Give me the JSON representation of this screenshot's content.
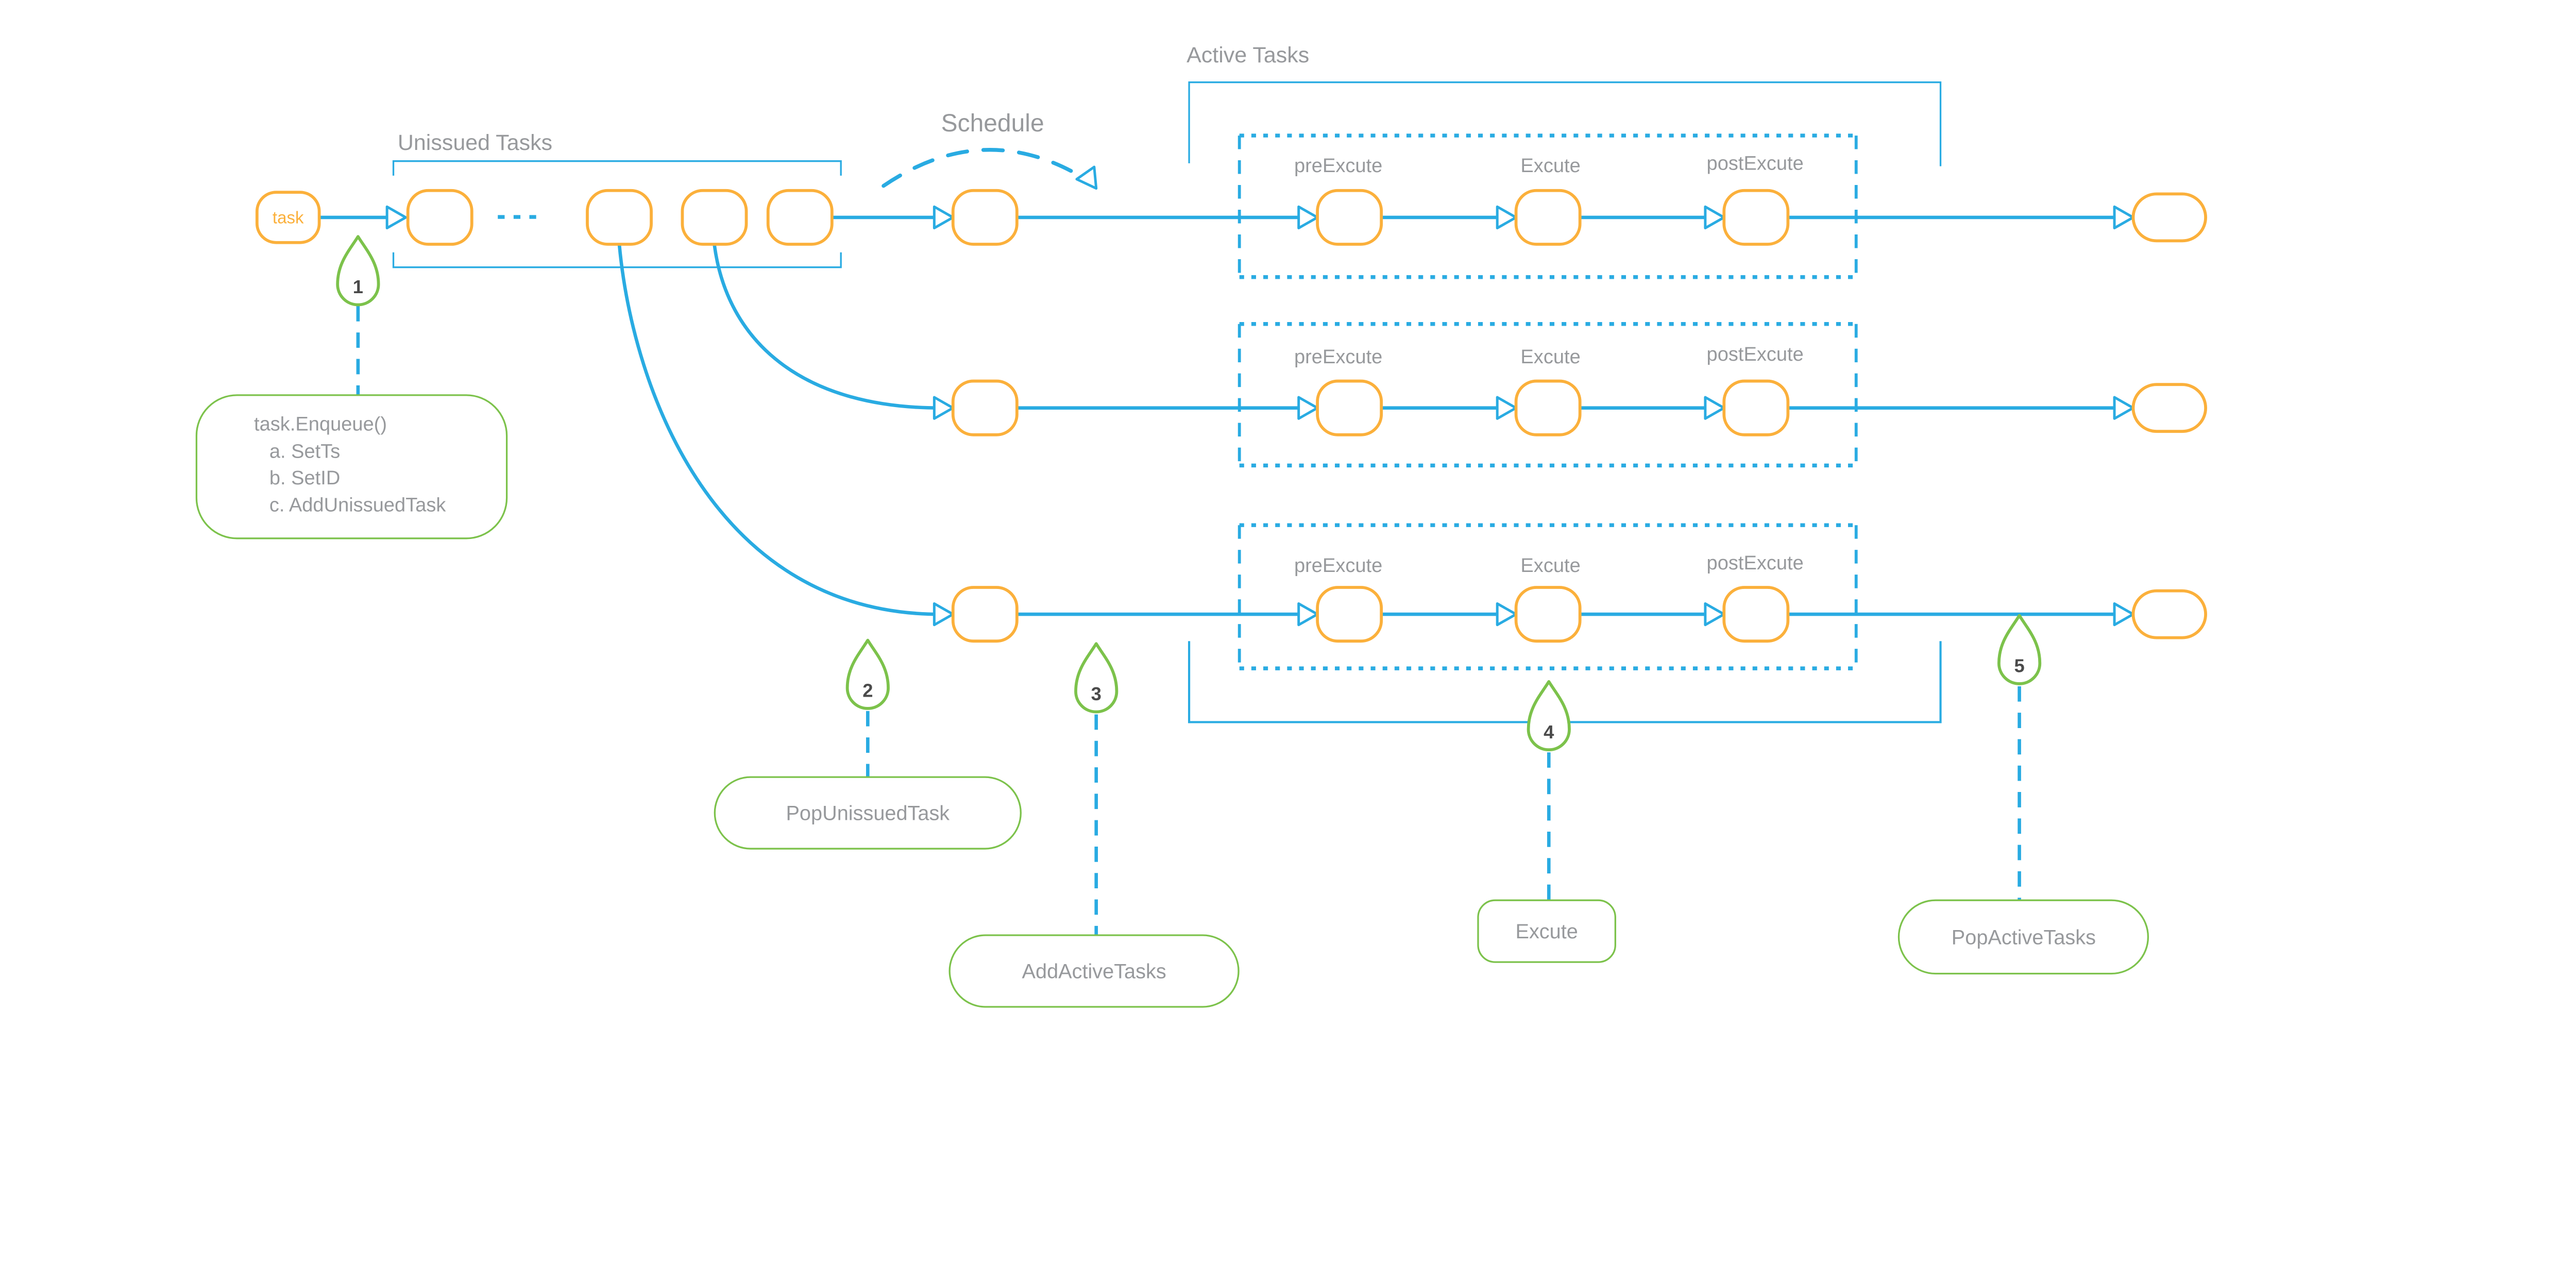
{
  "diagram": {
    "sections": {
      "unissued_tasks": "Unissued Tasks",
      "schedule": "Schedule",
      "active_tasks": "Active Tasks"
    },
    "task_label": "task",
    "stages": {
      "pre": "preExcute",
      "exec": "Excute",
      "post": "postExcute"
    },
    "annotations": {
      "m1": {
        "num": "1",
        "title": "task.Enqueue()",
        "item_a": "a. SetTs",
        "item_b": "b. SetID",
        "item_c": "c. AddUnissuedTask"
      },
      "m2": {
        "num": "2",
        "label": "PopUnissuedTask"
      },
      "m3": {
        "num": "3",
        "label": "AddActiveTasks"
      },
      "m4": {
        "num": "4",
        "label": "Excute"
      },
      "m5": {
        "num": "5",
        "label": "PopActiveTasks"
      }
    },
    "colors": {
      "blue": "#29ABE2",
      "orange": "#FBB03B",
      "green": "#7CC24B",
      "text_gray": "#97999C",
      "number_gray": "#4A4A4A"
    }
  }
}
